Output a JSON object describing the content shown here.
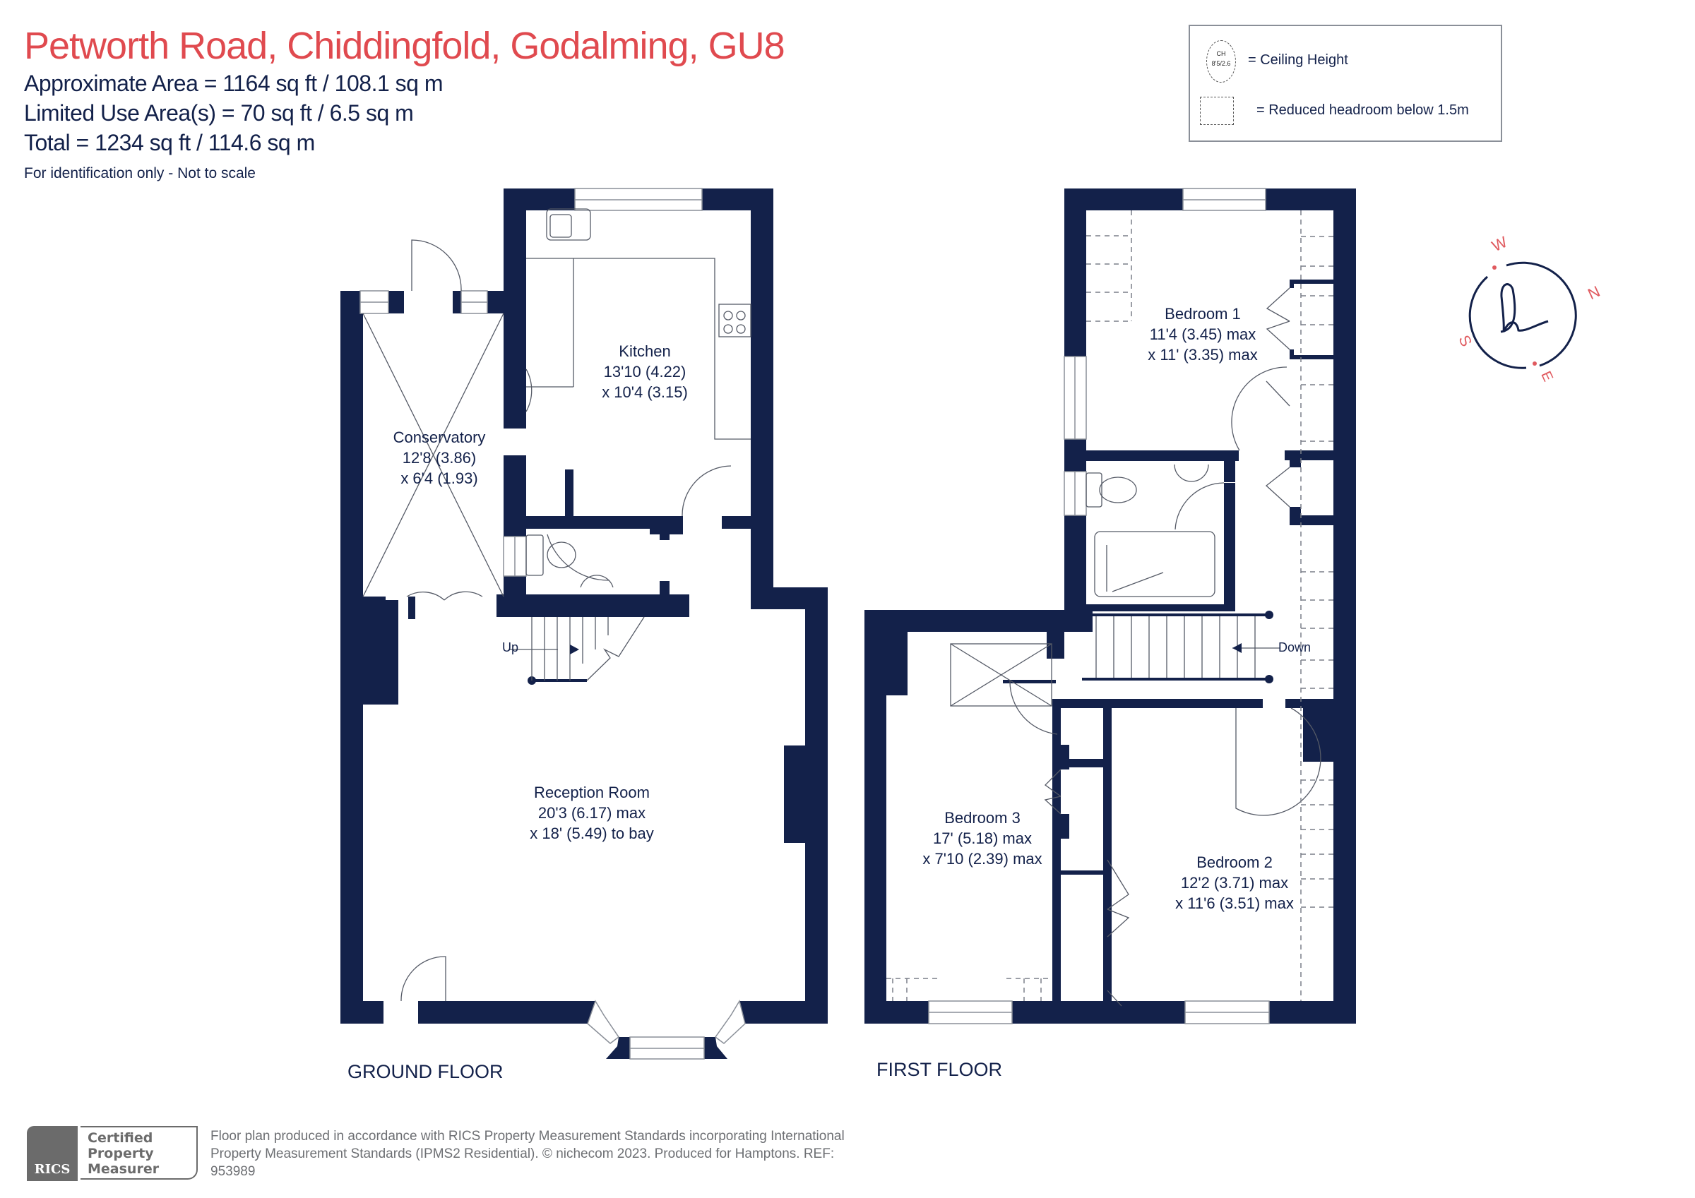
{
  "header": {
    "title": "Petworth Road, Chiddingfold, Godalming, GU8",
    "approximate_area": "Approximate Area = 1164  sq ft / 108.1  sq m",
    "limited_use_area": "Limited Use Area(s) = 70  sq ft / 6.5  sq m",
    "total": "Total = 1234 sq ft / 114.6 sq m",
    "note": "For identification only - Not to scale"
  },
  "legend": {
    "ceiling_symbol_line1": "CH",
    "ceiling_symbol_line2": "8'5/2.6",
    "ceiling_label": "= Ceiling Height",
    "reduced_headroom_label": "= Reduced headroom below 1.5m"
  },
  "compass": {
    "north": "N",
    "east": "E",
    "south": "S",
    "west": "W",
    "logo": "h",
    "accent_color": "#e05a5f",
    "ring_color": "#13214a"
  },
  "ground_floor": {
    "label": "GROUND FLOOR",
    "rooms": [
      {
        "name": "Kitchen",
        "dim1": "13'10 (4.22)",
        "dim2": "x 10'4 (3.15)"
      },
      {
        "name": "Conservatory",
        "dim1": "12'8 (3.86)",
        "dim2": "x 6'4 (1.93)"
      },
      {
        "name": "Reception Room",
        "dim1": "20'3 (6.17) max",
        "dim2": "x 18' (5.49) to bay"
      }
    ],
    "stairs_label": "Up"
  },
  "first_floor": {
    "label": "FIRST FLOOR",
    "rooms": [
      {
        "name": "Bedroom 1",
        "dim1": "11'4 (3.45) max",
        "dim2": "x 11' (3.35) max"
      },
      {
        "name": "Bedroom 2",
        "dim1": "12'2 (3.71) max",
        "dim2": "x 11'6 (3.51) max"
      },
      {
        "name": "Bedroom 3",
        "dim1": "17' (5.18) max",
        "dim2": "x 7'10 (2.39) max"
      }
    ],
    "stairs_label": "Down"
  },
  "footer": {
    "badge_short": "RICS",
    "badge_line1": "Certified",
    "badge_line2": "Property",
    "badge_line3": "Measurer",
    "text": "Floor plan produced in accordance with RICS Property Measurement Standards incorporating International Property Measurement Standards (IPMS2 Residential).  © nichecom 2023.   Produced for Hamptons.  REF:  953989"
  },
  "colors": {
    "wall": "#13214a",
    "title": "#e04a4f",
    "footer_grey": "#6d6f73"
  }
}
